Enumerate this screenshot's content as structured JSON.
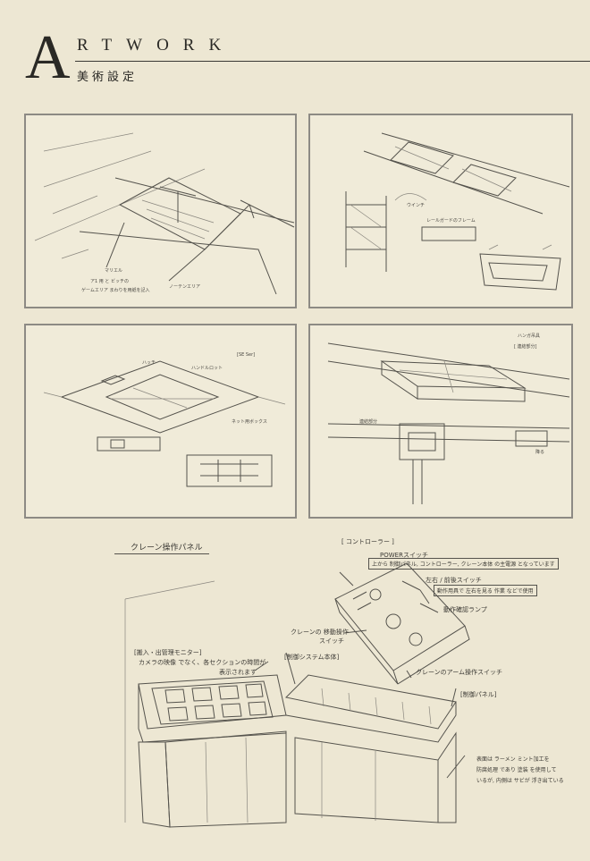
{
  "header": {
    "initial": "A",
    "title_rest": "RTWORK",
    "subtitle": "美術設定"
  },
  "panels": {
    "p1": {
      "notes": [
        "マリエル",
        "ア1 用 と ビッチの",
        "ゲームエリア まわりを用紙を記入",
        "ノーテンエリア"
      ]
    },
    "p2": {
      "notes": [
        "ウインチ",
        "レールガードのフレーム"
      ]
    },
    "p3": {
      "notes": [
        "ハッチ",
        "[SE Ser]",
        "ハンドルロット",
        "ネット用ボックス"
      ]
    },
    "p4": {
      "notes": [
        "ハンガ吊具",
        "[ 連結部分]",
        "連結部分",
        "降る"
      ]
    }
  },
  "crane_panel": {
    "title": "クレーン操作パネル",
    "controller_label": "[ コントローラー ]",
    "power_switch": "POWERスイッチ",
    "power_switch_note": "上から 制御パネル, コントローラー, クレーン本体 の主電源 となっています",
    "lr_switch": "左右 / 前後スイッチ",
    "lr_switch_note": "動作用具で 左右を見る 作業 などで使用",
    "confirm_lamp": "動作確認ランプ",
    "move_switch_1": "クレーンの 移動操作",
    "move_switch_2": "スイッチ",
    "arm_switch": "クレーンのアーム操作スイッチ",
    "monitor_label_1": "[搬入・出管理モニター]",
    "monitor_label_2": "カメラの映像 でなく、各セクションの時間が",
    "monitor_label_3": "表示されます",
    "control_system": "[制御システム本体]",
    "control_panel": "[制御パネル]",
    "surface_note_1": "表面は ラーメン ミント加工を",
    "surface_note_2": "防腐処理 であり 塗装 を使用して",
    "surface_note_3": "いるが, 内側は サビが 浮き出ている"
  }
}
